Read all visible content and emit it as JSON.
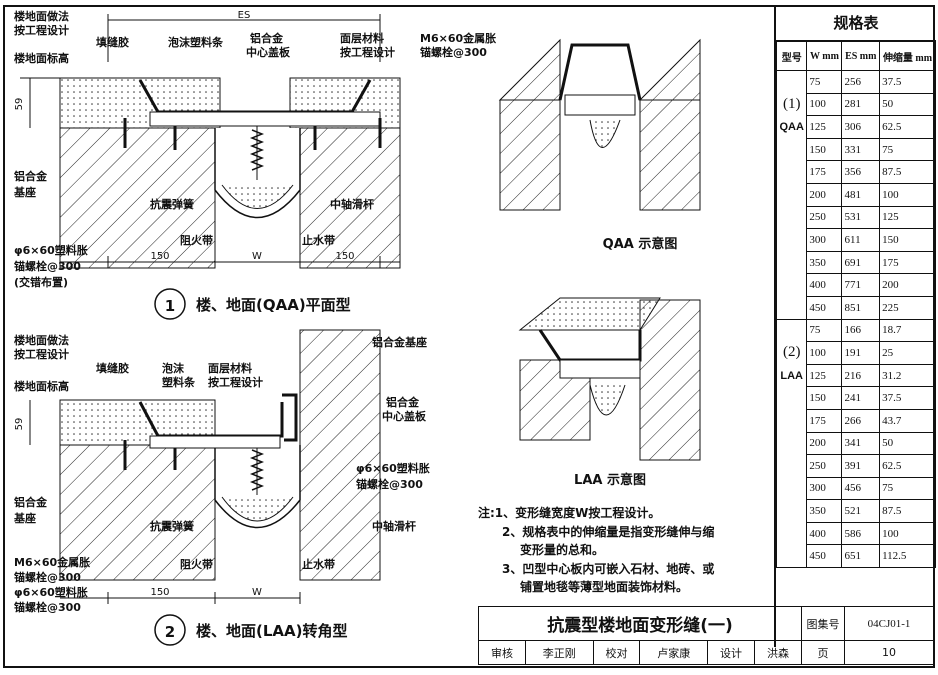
{
  "drawing": {
    "top_dim_es": "ES",
    "labels_qaa": {
      "floor_method": "楼地面做法",
      "floor_method2": "按工程设计",
      "floor_elev": "楼地面标高",
      "seal_glue": "填缝胶",
      "foam_strip": "泡沫塑料条",
      "al_center": "铝合金",
      "al_center2": "中心盖板",
      "surface": "面层材料",
      "surface2": "按工程设计",
      "bolt": "M6×60金属胀",
      "bolt2": "锚螺栓@300",
      "al_base": "铝合金",
      "al_base2": "基座",
      "spring": "抗震弹簧",
      "axis_rod": "中轴滑杆",
      "fire_belt": "阻火带",
      "water_stop": "止水带",
      "plastic_bolt": "φ6×60塑料胀",
      "plastic_bolt2": "锚螺栓@300",
      "plastic_bolt3": "(交错布置)",
      "dim_59": "59",
      "dim_150a": "150",
      "dim_w": "W",
      "dim_150b": "150"
    },
    "caption_qaa_num": "1",
    "caption_qaa": "楼、地面(QAA)平面型",
    "labels_laa": {
      "floor_method": "楼地面做法",
      "floor_method2": "按工程设计",
      "floor_elev": "楼地面标高",
      "seal_glue": "填缝胶",
      "foam": "泡沫",
      "foam2": "塑料条",
      "surface": "面层材料",
      "surface2": "按工程设计",
      "al_base_r": "铝合金基座",
      "al_center": "铝合金",
      "al_center2": "中心盖板",
      "plastic_bolt_r": "φ6×60塑料胀",
      "plastic_bolt_r2": "锚螺栓@300",
      "al_base": "铝合金",
      "al_base2": "基座",
      "spring": "抗震弹簧",
      "axis_rod": "中轴滑杆",
      "m6": "M6×60金属胀",
      "m6b": "锚螺栓@300",
      "p6": "φ6×60塑料胀",
      "p6b": "锚螺栓@300",
      "fire_belt": "阻火带",
      "water_stop": "止水带",
      "dim_59": "59",
      "dim_150": "150",
      "dim_w": "W"
    },
    "caption_laa_num": "2",
    "caption_laa": "楼、地面(LAA)转角型",
    "qaa_schematic": "QAA 示意图",
    "laa_schematic": "LAA 示意图"
  },
  "spec_table": {
    "title": "规格表",
    "headers": [
      "型号",
      "W\nmm",
      "ES\nmm",
      "伸缩量\nmm"
    ],
    "qaa": {
      "num": "1",
      "code": "QAA",
      "rows": [
        [
          "75",
          "256",
          "37.5"
        ],
        [
          "100",
          "281",
          "50"
        ],
        [
          "125",
          "306",
          "62.5"
        ],
        [
          "150",
          "331",
          "75"
        ],
        [
          "175",
          "356",
          "87.5"
        ],
        [
          "200",
          "481",
          "100"
        ],
        [
          "250",
          "531",
          "125"
        ],
        [
          "300",
          "611",
          "150"
        ],
        [
          "350",
          "691",
          "175"
        ],
        [
          "400",
          "771",
          "200"
        ],
        [
          "450",
          "851",
          "225"
        ]
      ]
    },
    "laa": {
      "num": "2",
      "code": "LAA",
      "rows": [
        [
          "75",
          "166",
          "18.7"
        ],
        [
          "100",
          "191",
          "25"
        ],
        [
          "125",
          "216",
          "31.2"
        ],
        [
          "150",
          "241",
          "37.5"
        ],
        [
          "175",
          "266",
          "43.7"
        ],
        [
          "200",
          "341",
          "50"
        ],
        [
          "250",
          "391",
          "62.5"
        ],
        [
          "300",
          "456",
          "75"
        ],
        [
          "350",
          "521",
          "87.5"
        ],
        [
          "400",
          "586",
          "100"
        ],
        [
          "450",
          "651",
          "112.5"
        ]
      ]
    }
  },
  "notes": [
    "注:1、变形缝宽度W按工程设计。",
    "2、规格表中的伸缩量是指变形缝伸与缩",
    "变形量的总和。",
    "3、凹型中心板内可嵌入石材、地砖、或",
    "铺置地毯等薄型地面装饰材料。"
  ],
  "title_block": {
    "title": "抗震型楼地面变形缝(一)",
    "atlas_label": "图集号",
    "atlas_no": "04CJ01-1",
    "review": "审核",
    "reviewer": "李正刚",
    "check": "校对",
    "checker": "卢家康",
    "design": "设计",
    "designer": "洪森",
    "page_label": "页",
    "page_no": "10"
  }
}
